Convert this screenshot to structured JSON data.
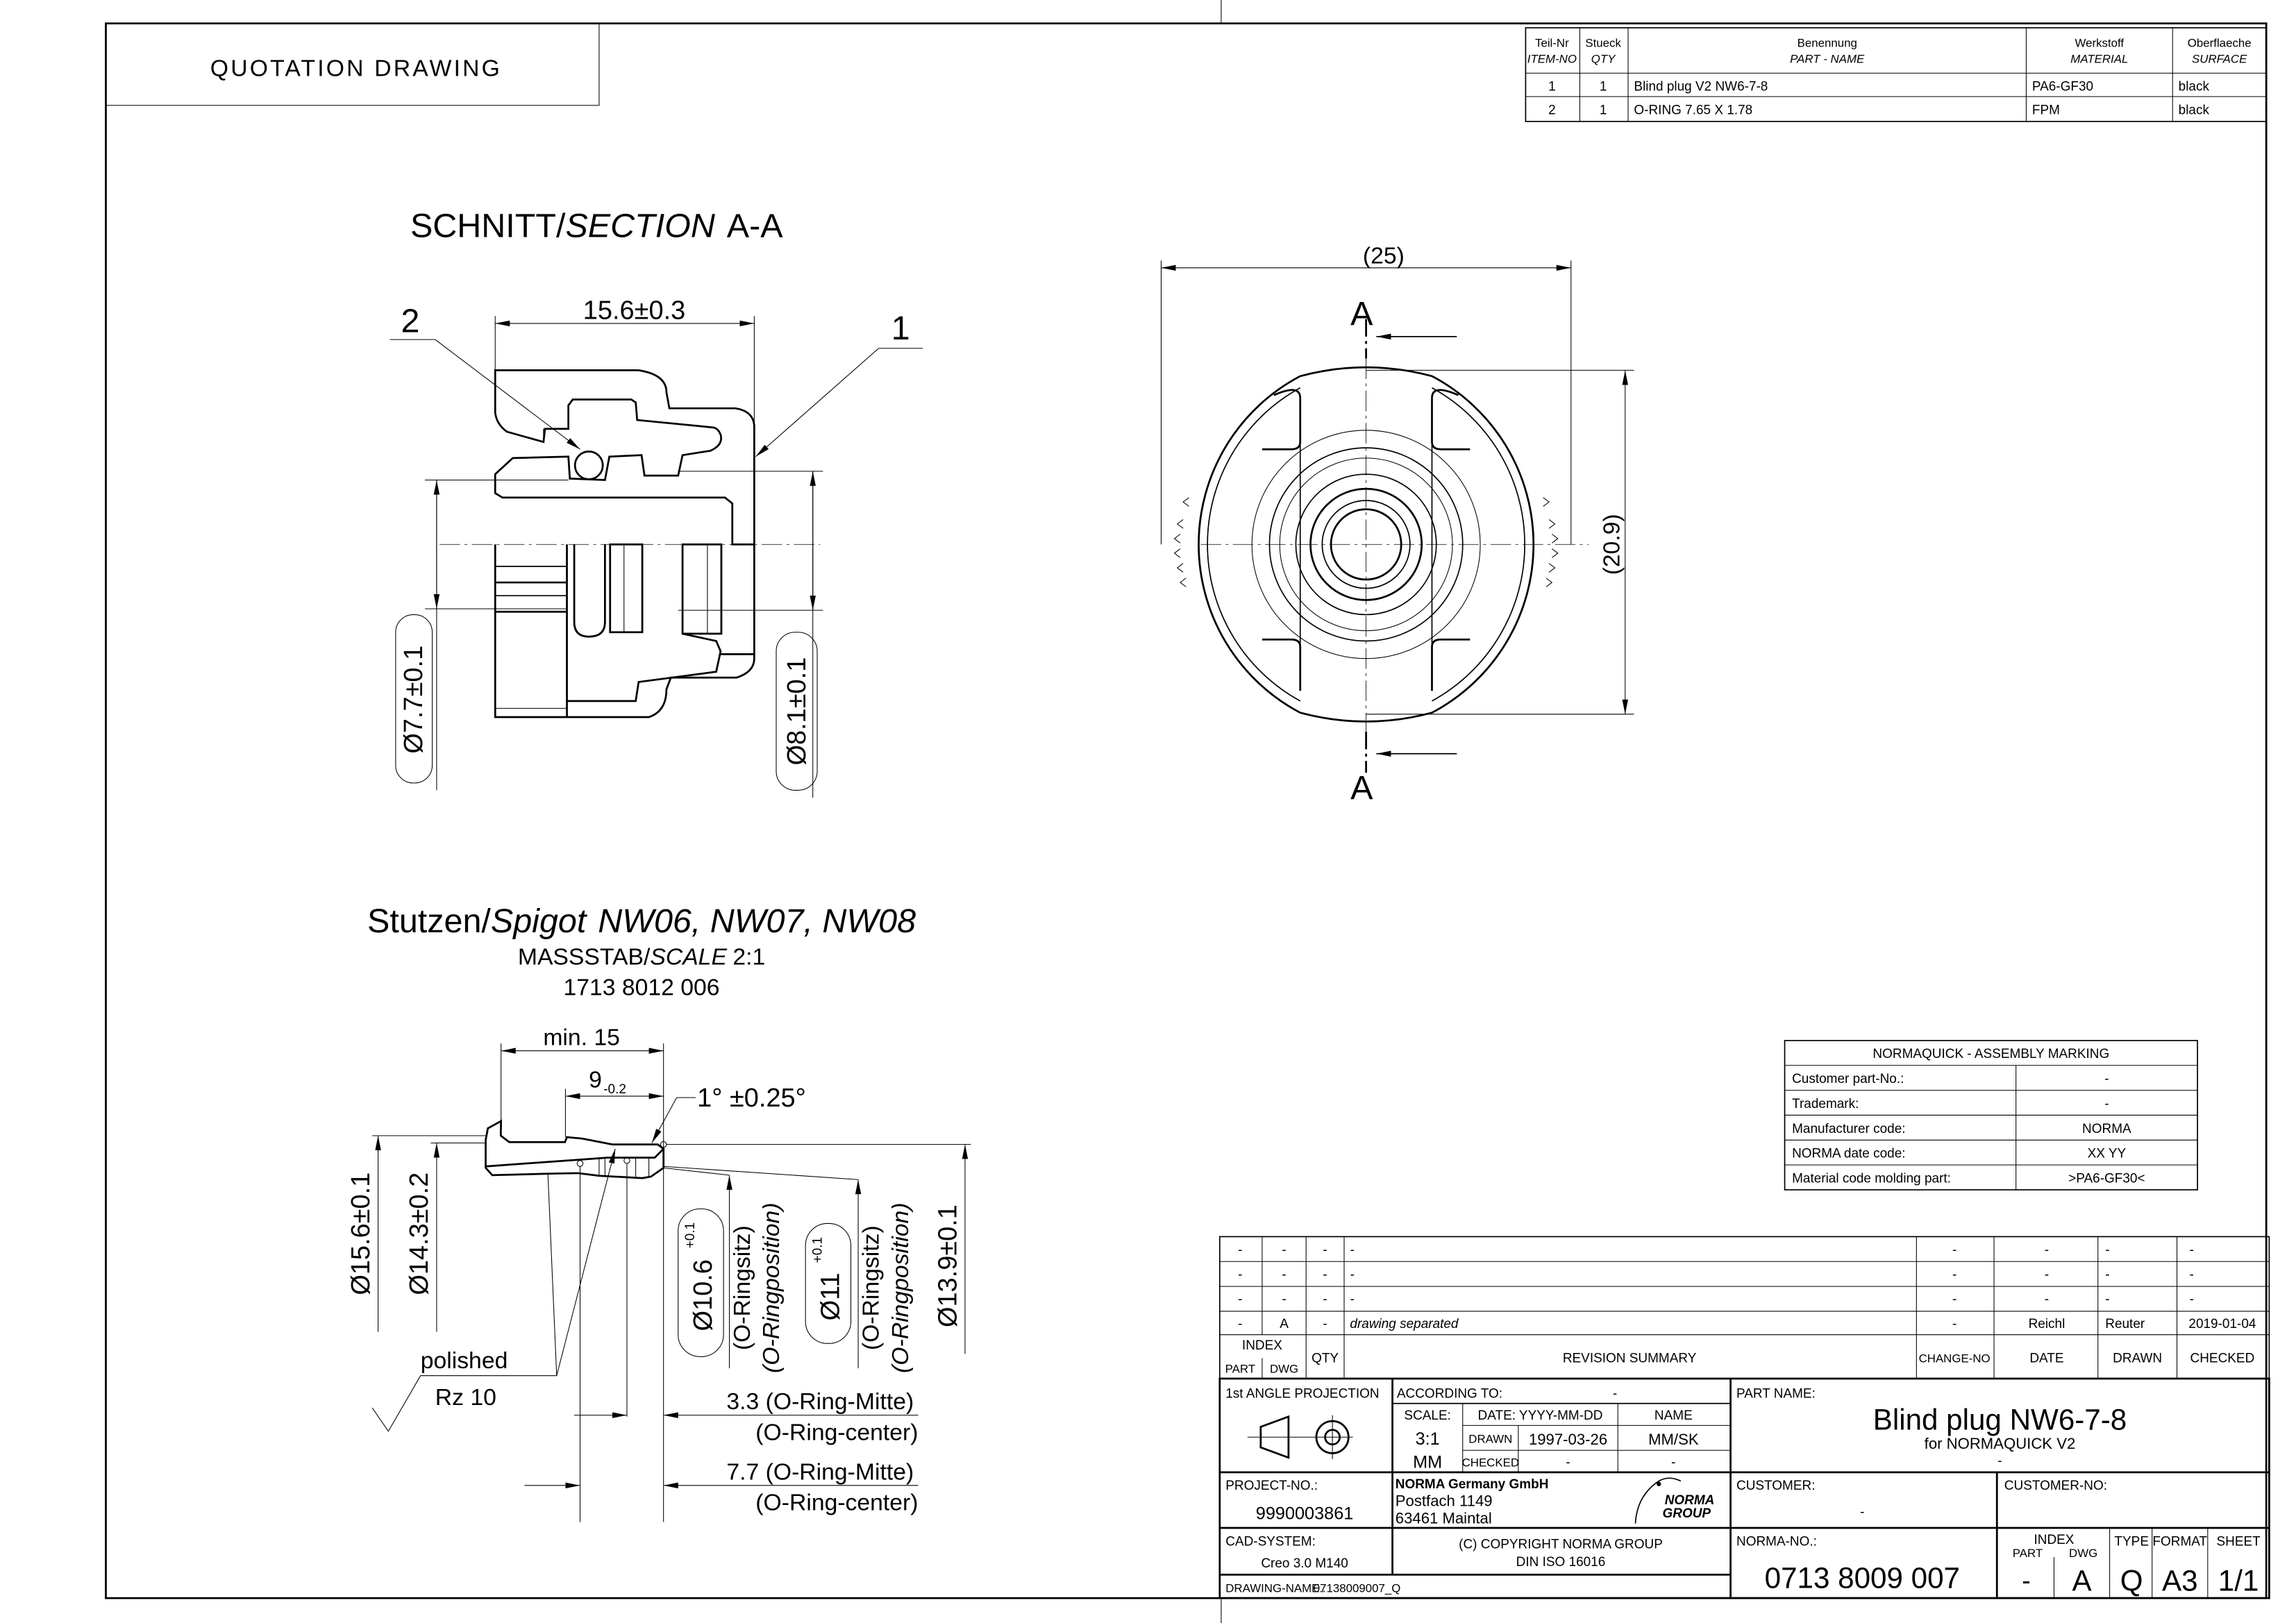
{
  "header": {
    "title": "QUOTATION DRAWING"
  },
  "parts_table": {
    "headers": [
      {
        "de": "Teil-Nr",
        "en": "ITEM-NO"
      },
      {
        "de": "Stueck",
        "en": "QTY"
      },
      {
        "de": "Benennung",
        "en": "PART - NAME"
      },
      {
        "de": "Werkstoff",
        "en": "MATERIAL"
      },
      {
        "de": "Oberflaeche",
        "en": "SURFACE"
      }
    ],
    "rows": [
      [
        "1",
        "1",
        "Blind plug V2 NW6-7-8",
        "PA6-GF30",
        "black"
      ],
      [
        "2",
        "1",
        "O-RING 7.65 X 1.78",
        "FPM",
        "black"
      ]
    ]
  },
  "section_view": {
    "title_de": "SCHNITT/",
    "title_en": "SECTION",
    "title_suffix": "A-A",
    "dim_length": "15.6±0.3",
    "item_2": "2",
    "item_1": "1",
    "dim_left": "Ø7.7±0.1",
    "dim_right": "Ø8.1±0.1"
  },
  "front_view": {
    "dim_width": "(25)",
    "dim_height": "(20.9)",
    "section_label_top": "A",
    "section_label_bottom": "A"
  },
  "spigot": {
    "title_de": "Stutzen/",
    "title_en": "Spigot",
    "title_rest": "NW06, NW07, NW08",
    "scale_de": "MASSSTAB/",
    "scale_en": "SCALE",
    "scale_value": "2:1",
    "part_number": "1713 8012 006",
    "dim_min": "min. 15",
    "dim_9": "9",
    "dim_9_tol": "-0.2",
    "angle": "1° ±0.25°",
    "d156": "Ø15.6±0.1",
    "d143": "Ø14.3±0.2",
    "d106": "Ø10.6",
    "d106_tol": "+0.1",
    "d11": "Ø11",
    "d11_tol": "+0.1",
    "ring_seat_de": "(O-Ringsitz)",
    "ring_seat_en": "(O-Ringposition)",
    "d139": "Ø13.9±0.1",
    "surface_note": "polished",
    "roughness": "Rz 10",
    "dim_33": "3.3 (O-Ring-Mitte)",
    "dim_33_en": "(O-Ring-center)",
    "dim_77": "7.7 (O-Ring-Mitte)",
    "dim_77_en": "(O-Ring-center)"
  },
  "marking_table": {
    "title": "NORMAQUICK - ASSEMBLY MARKING",
    "rows": [
      [
        "Customer part-No.:",
        "-"
      ],
      [
        "Trademark:",
        "-"
      ],
      [
        "Manufacturer code:",
        "NORMA"
      ],
      [
        "NORMA date code:",
        "XX YY"
      ],
      [
        "Material code molding part:",
        ">PA6-GF30<"
      ]
    ]
  },
  "revision_table": {
    "rows": [
      [
        "-",
        "-",
        "-",
        "-",
        "-",
        "-",
        "-",
        "-"
      ],
      [
        "-",
        "-",
        "-",
        "-",
        "-",
        "-",
        "-",
        "-"
      ],
      [
        "-",
        "-",
        "-",
        "-",
        "-",
        "-",
        "-",
        "-"
      ],
      [
        "-",
        "A",
        "-",
        "drawing separated",
        "-",
        "Reichl",
        "Reuter",
        "2019-01-04"
      ]
    ],
    "headers": {
      "index": "INDEX",
      "part": "PART",
      "dwg": "DWG",
      "qty": "QTY",
      "summary": "REVISION SUMMARY",
      "change_no": "CHANGE-NO",
      "date": "DATE",
      "drawn": "DRAWN",
      "checked": "CHECKED"
    }
  },
  "title_block": {
    "projection": "1st ANGLE PROJECTION",
    "according_to_label": "ACCORDING TO:",
    "according_to": "-",
    "scale_label": "SCALE:",
    "scale": "3:1",
    "unit": "MM",
    "date_label": "DATE: YYYY-MM-DD",
    "name_label": "NAME",
    "drawn_label": "DRAWN",
    "drawn_date": "1997-03-26",
    "drawn_name": "MM/SK",
    "checked_label": "CHECKED",
    "checked_date": "-",
    "checked_name": "-",
    "part_name_label": "PART NAME:",
    "part_name": "Blind plug NW6-7-8",
    "part_subtitle": "for NORMAQUICK V2",
    "part_extra": "-",
    "project_label": "PROJECT-NO.:",
    "project_no": "9990003861",
    "company": "NORMA Germany GmbH",
    "address1": "Postfach 1149",
    "address2": "63461 Maintal",
    "logo_line1": "NORMA",
    "logo_line2": "GROUP",
    "customer_label": "CUSTOMER:",
    "customer": "-",
    "customer_no_label": "CUSTOMER-NO:",
    "cad_label": "CAD-SYSTEM:",
    "cad": "Creo 3.0 M140",
    "copyright": "(C) COPYRIGHT NORMA GROUP",
    "standard": "DIN ISO 16016",
    "drawing_name_label": "DRAWING-NAME.:",
    "drawing_name": "07138009007_Q",
    "norma_no_label": "NORMA-NO.:",
    "norma_no": "0713 8009 007",
    "index_label": "INDEX",
    "index_part_label": "PART",
    "index_dwg_label": "DWG",
    "index_part": "-",
    "index_dwg": "A",
    "type_label": "TYPE",
    "type": "Q",
    "format_label": "FORMAT",
    "format": "A3",
    "sheet_label": "SHEET",
    "sheet": "1/1"
  }
}
